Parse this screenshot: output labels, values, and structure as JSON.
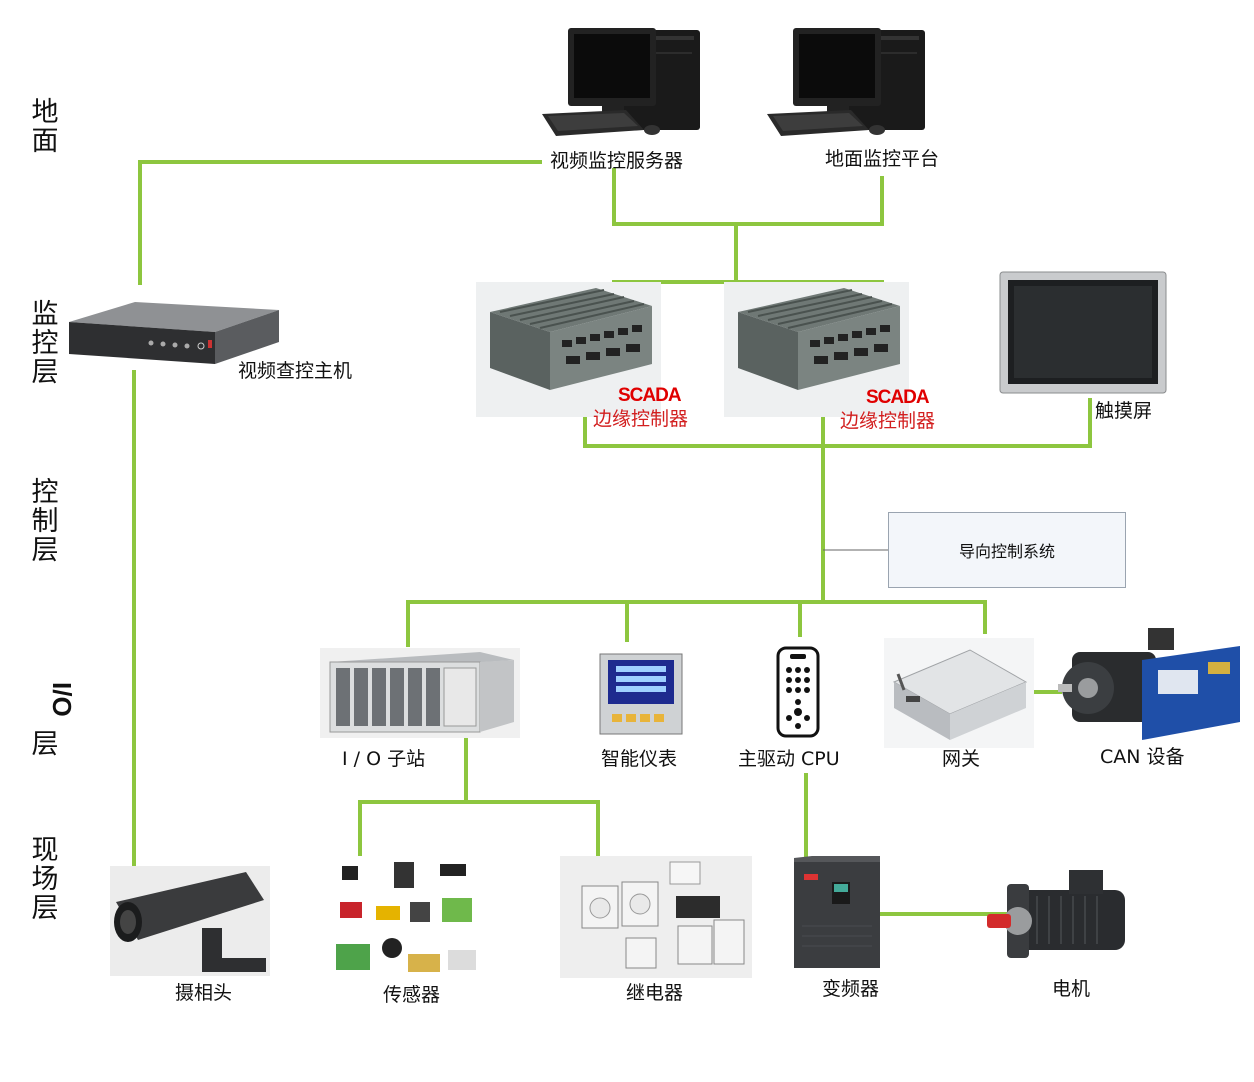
{
  "layers": {
    "ground": [
      "地",
      "面"
    ],
    "monitor": [
      "监",
      "控",
      "层"
    ],
    "control": [
      "控",
      "制",
      "层"
    ],
    "io": {
      "rotated": "I/O",
      "char": "层"
    },
    "field": [
      "现",
      "场",
      "层"
    ]
  },
  "nodes": {
    "video_server": "视频监控服务器",
    "ground_platform": "地面监控平台",
    "nvr": "视频查控主机",
    "scada_brand": "SCADA",
    "edge_controller": "边缘控制器",
    "touchscreen": "触摸屏",
    "guide_system": "导向控制系统",
    "io_station": "I / O 子站",
    "smart_meter": "智能仪表",
    "main_drive_cpu": "主驱动 CPU",
    "gateway": "网关",
    "can_device": "CAN 设备",
    "camera": "摄相头",
    "sensor": "传感器",
    "relay": "继电器",
    "inverter": "变频器",
    "motor": "电机"
  },
  "colors": {
    "link": "#8dc63f",
    "scada": "#e00000",
    "edge_label": "#d21f1f"
  }
}
